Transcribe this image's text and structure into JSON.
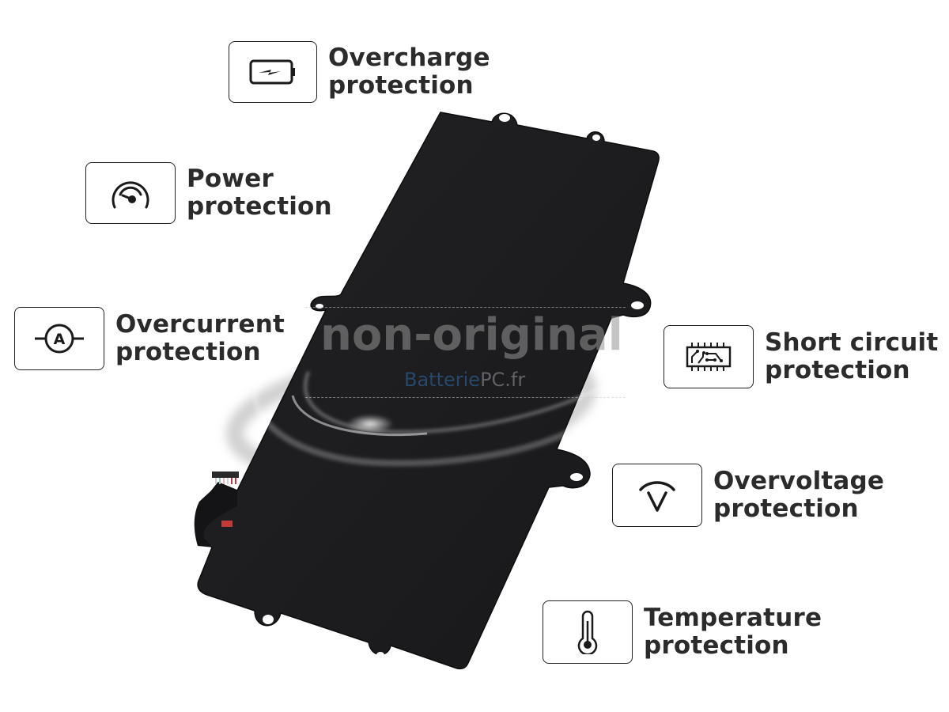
{
  "features": [
    {
      "id": "overcharge",
      "icon": "battery-charging-icon",
      "line1": "Overcharge",
      "line2": "protection"
    },
    {
      "id": "power",
      "icon": "gauge-icon",
      "line1": "Power",
      "line2": "protection"
    },
    {
      "id": "overcurrent",
      "icon": "ammeter-icon",
      "line1": "Overcurrent",
      "line2": "protection"
    },
    {
      "id": "short-circuit",
      "icon": "circuit-board-icon",
      "line1": "Short circuit",
      "line2": "protection"
    },
    {
      "id": "overvoltage",
      "icon": "voltage-icon",
      "line1": "Overvoltage",
      "line2": "protection"
    },
    {
      "id": "temperature",
      "icon": "thermometer-icon",
      "line1": "Temperature",
      "line2": "protection"
    }
  ],
  "watermark": {
    "main": "non-original",
    "brand_part1": "Batterie",
    "brand_part2": "PC.fr"
  },
  "colors": {
    "battery_body": "#1c1c1e",
    "text": "#2b2b2b",
    "icon_border": "#222222",
    "watermark_brand_blue": "#2c5078"
  }
}
